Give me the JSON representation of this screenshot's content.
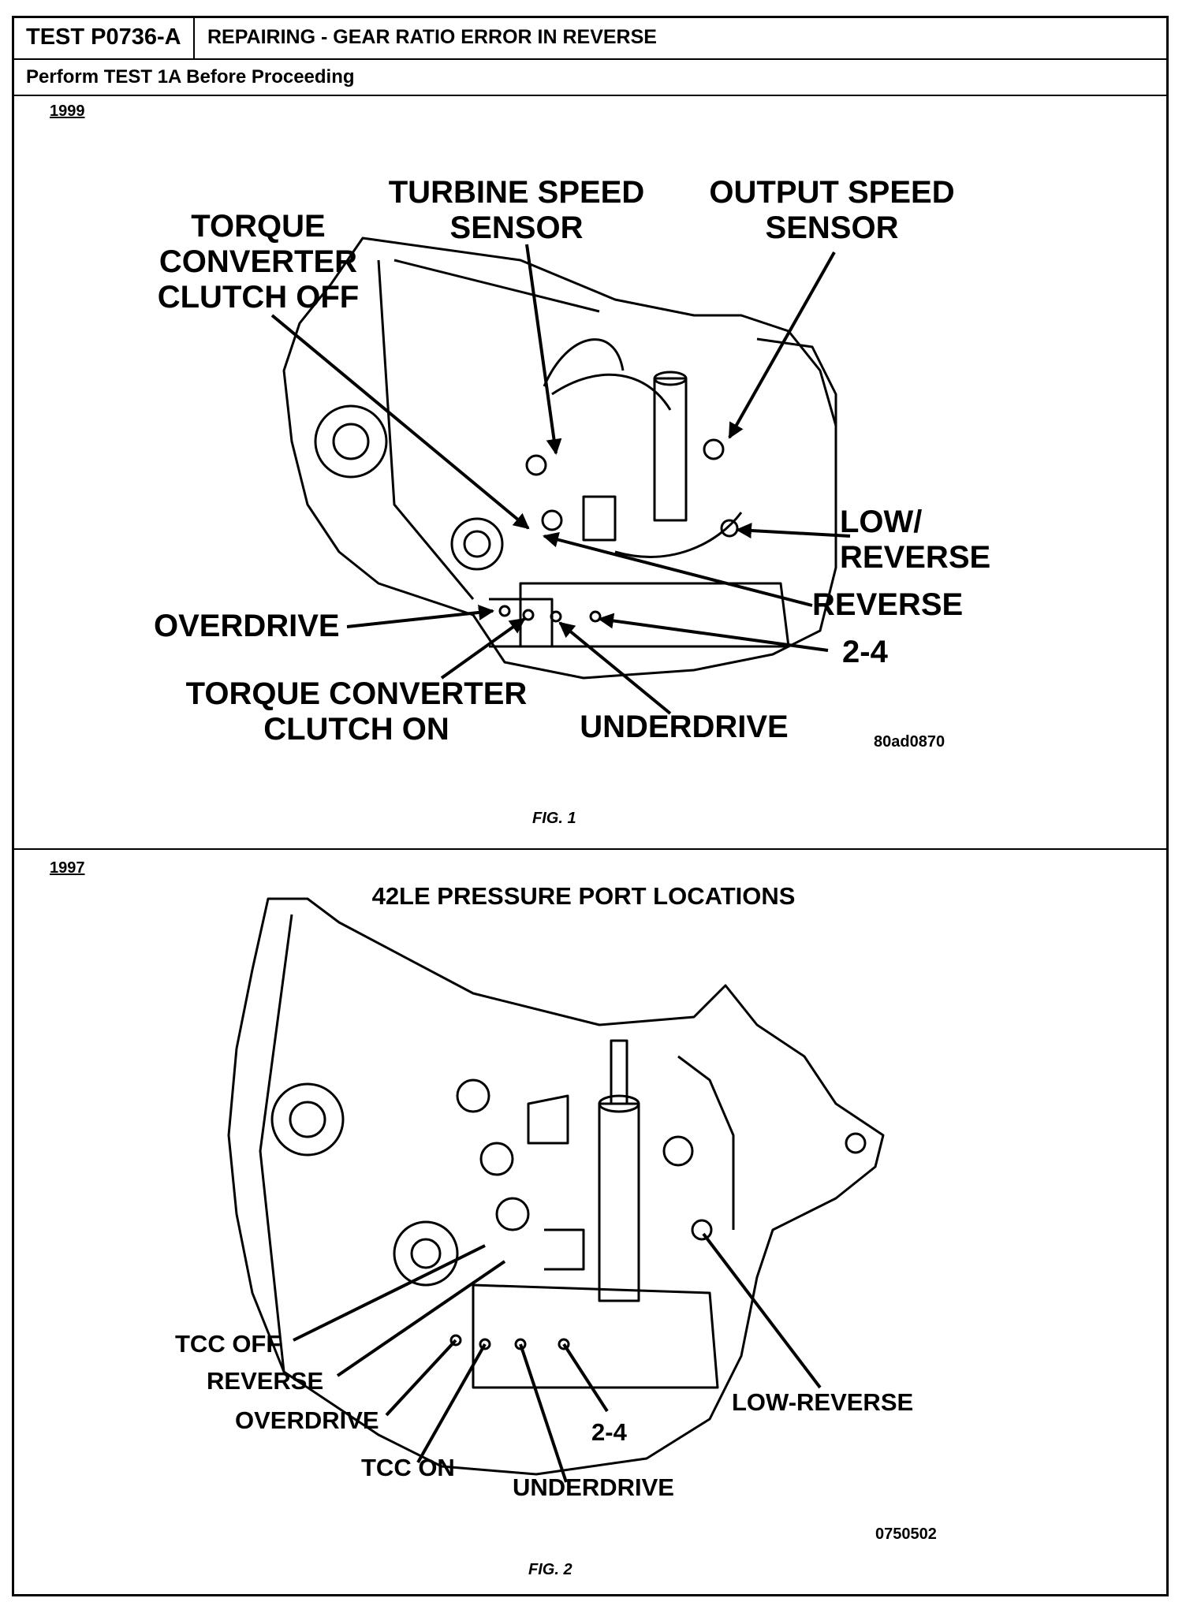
{
  "header": {
    "test_id": "TEST P0736-A",
    "title": "REPAIRING - GEAR RATIO ERROR IN REVERSE",
    "subtitle": "Perform TEST 1A Before Proceeding"
  },
  "fig1": {
    "year": "1999",
    "labels": {
      "turbine_speed_sensor": "TURBINE SPEED\nSENSOR",
      "output_speed_sensor": "OUTPUT SPEED\nSENSOR",
      "torque_converter_clutch_off": "TORQUE\nCONVERTER\nCLUTCH OFF",
      "low_reverse": "LOW/\nREVERSE",
      "reverse": "REVERSE",
      "overdrive": "OVERDRIVE",
      "two_four": "2-4",
      "torque_converter_clutch_on": "TORQUE CONVERTER\nCLUTCH ON",
      "underdrive": "UNDERDRIVE"
    },
    "image_id": "80ad0870",
    "caption": "FIG. 1"
  },
  "fig2": {
    "year": "1997",
    "title": "42LE PRESSURE PORT LOCATIONS",
    "labels": {
      "tcc_off": "TCC OFF",
      "reverse": "REVERSE",
      "overdrive": "OVERDRIVE",
      "tcc_on": "TCC ON",
      "underdrive": "UNDERDRIVE",
      "two_four": "2-4",
      "low_reverse": "LOW-REVERSE"
    },
    "image_id": "0750502",
    "caption": "FIG. 2"
  }
}
